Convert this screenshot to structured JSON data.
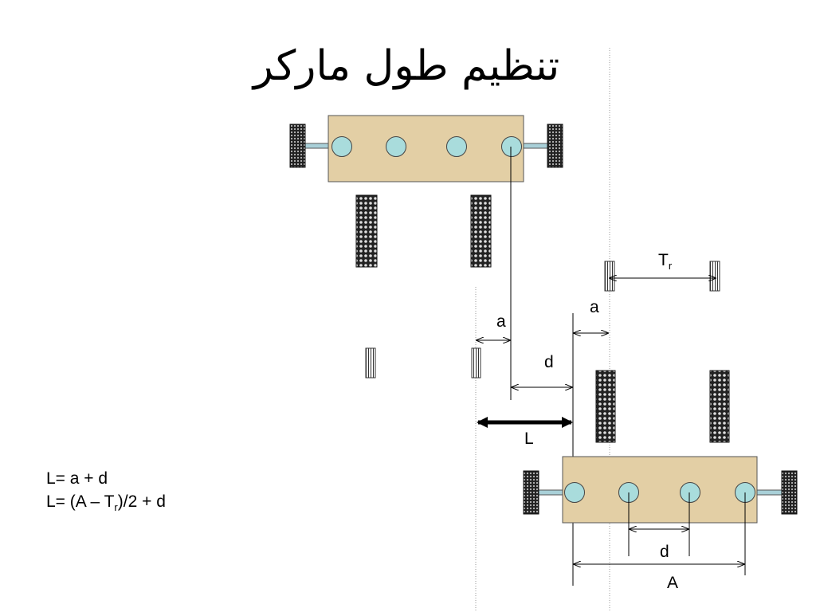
{
  "title": "تنظیم طول مارکر",
  "labels": {
    "tr": "T",
    "tr_sub": "r",
    "a_left": "a",
    "a_right": "a",
    "d_mid": "d",
    "L": "L",
    "d_bottom": "d",
    "A": "A"
  },
  "formulas": {
    "line1": "L= a + d",
    "line2_pre": "L= (A – T",
    "line2_sub": "r",
    "line2_post": ")/2 + d"
  },
  "colors": {
    "frame": "#e3cfa5",
    "frame_stroke": "#555555",
    "disc": "#a9dcdc",
    "hub": "#a9d0d8",
    "tire": "#333333"
  }
}
